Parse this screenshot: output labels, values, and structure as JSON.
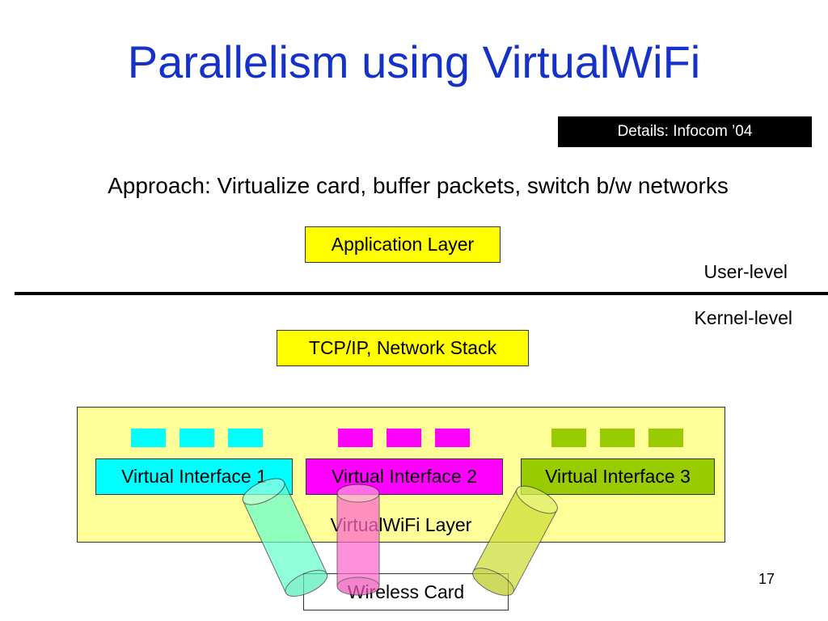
{
  "title": "Parallelism using VirtualWiFi",
  "badge": "Details: Infocom ’04",
  "approach": "Approach: Virtualize card, buffer packets, switch b/w networks",
  "application_layer": "Application Layer",
  "user_level": "User-level",
  "kernel_level": "Kernel-level",
  "network_stack": "TCP/IP, Network Stack",
  "virtualwifi_layer": "VirtualWiFi Layer",
  "interfaces": [
    {
      "label": "Virtual Interface 1",
      "color": "#00ffff",
      "buffer_color": "#00ffff"
    },
    {
      "label": "Virtual Interface 2",
      "color": "#ff00ff",
      "buffer_color": "#ff00ff"
    },
    {
      "label": "Virtual Interface 3",
      "color": "#99cc00",
      "buffer_color": "#99cc00"
    }
  ],
  "wireless_card": "Wireless Card",
  "page_number": "17",
  "colors": {
    "title": "#1432c8",
    "layer_fill": "#ffff00",
    "virtualwifi_fill": "#ffff99",
    "pipe_1": "#66ffcc",
    "pipe_2": "#ff66cc",
    "pipe_3": "#ccdd33"
  }
}
